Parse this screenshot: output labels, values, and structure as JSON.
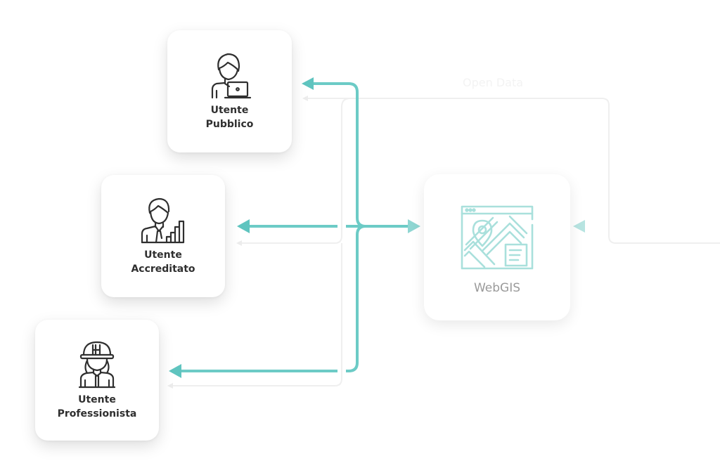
{
  "diagram": {
    "nodes": [
      {
        "id": "utente-pubblico",
        "label_line1": "Utente",
        "label_line2": "Pubblico",
        "icon": "user-laptop-icon"
      },
      {
        "id": "utente-accreditato",
        "label_line1": "Utente",
        "label_line2": "Accreditato",
        "icon": "businessman-chart-icon"
      },
      {
        "id": "utente-professionista",
        "label_line1": "Utente",
        "label_line2": "Professionista",
        "icon": "worker-helmet-icon"
      },
      {
        "id": "webgis",
        "label": "WebGIS",
        "icon": "web-map-icon"
      }
    ],
    "flow_label": "Open Data",
    "edges": [
      {
        "from": "webgis",
        "to": "utente-pubblico",
        "style": "teal"
      },
      {
        "from": "webgis",
        "to": "utente-accreditato",
        "style": "teal",
        "bidirectional": true
      },
      {
        "from": "webgis",
        "to": "utente-professionista",
        "style": "teal"
      },
      {
        "from": "open-data-source",
        "to": "webgis",
        "style": "teal-faded"
      },
      {
        "from": "open-data",
        "to": "utente-pubblico",
        "style": "faint"
      },
      {
        "from": "open-data",
        "to": "utente-accreditato",
        "style": "faint"
      },
      {
        "from": "open-data",
        "to": "utente-professionista",
        "style": "faint"
      }
    ],
    "colors": {
      "teal": "#5fc4bf",
      "teal_light": "#a8e0dd",
      "faint": "#efefef",
      "icon_dark": "#2f2f2f",
      "icon_teal": "#a9e0dc"
    }
  }
}
